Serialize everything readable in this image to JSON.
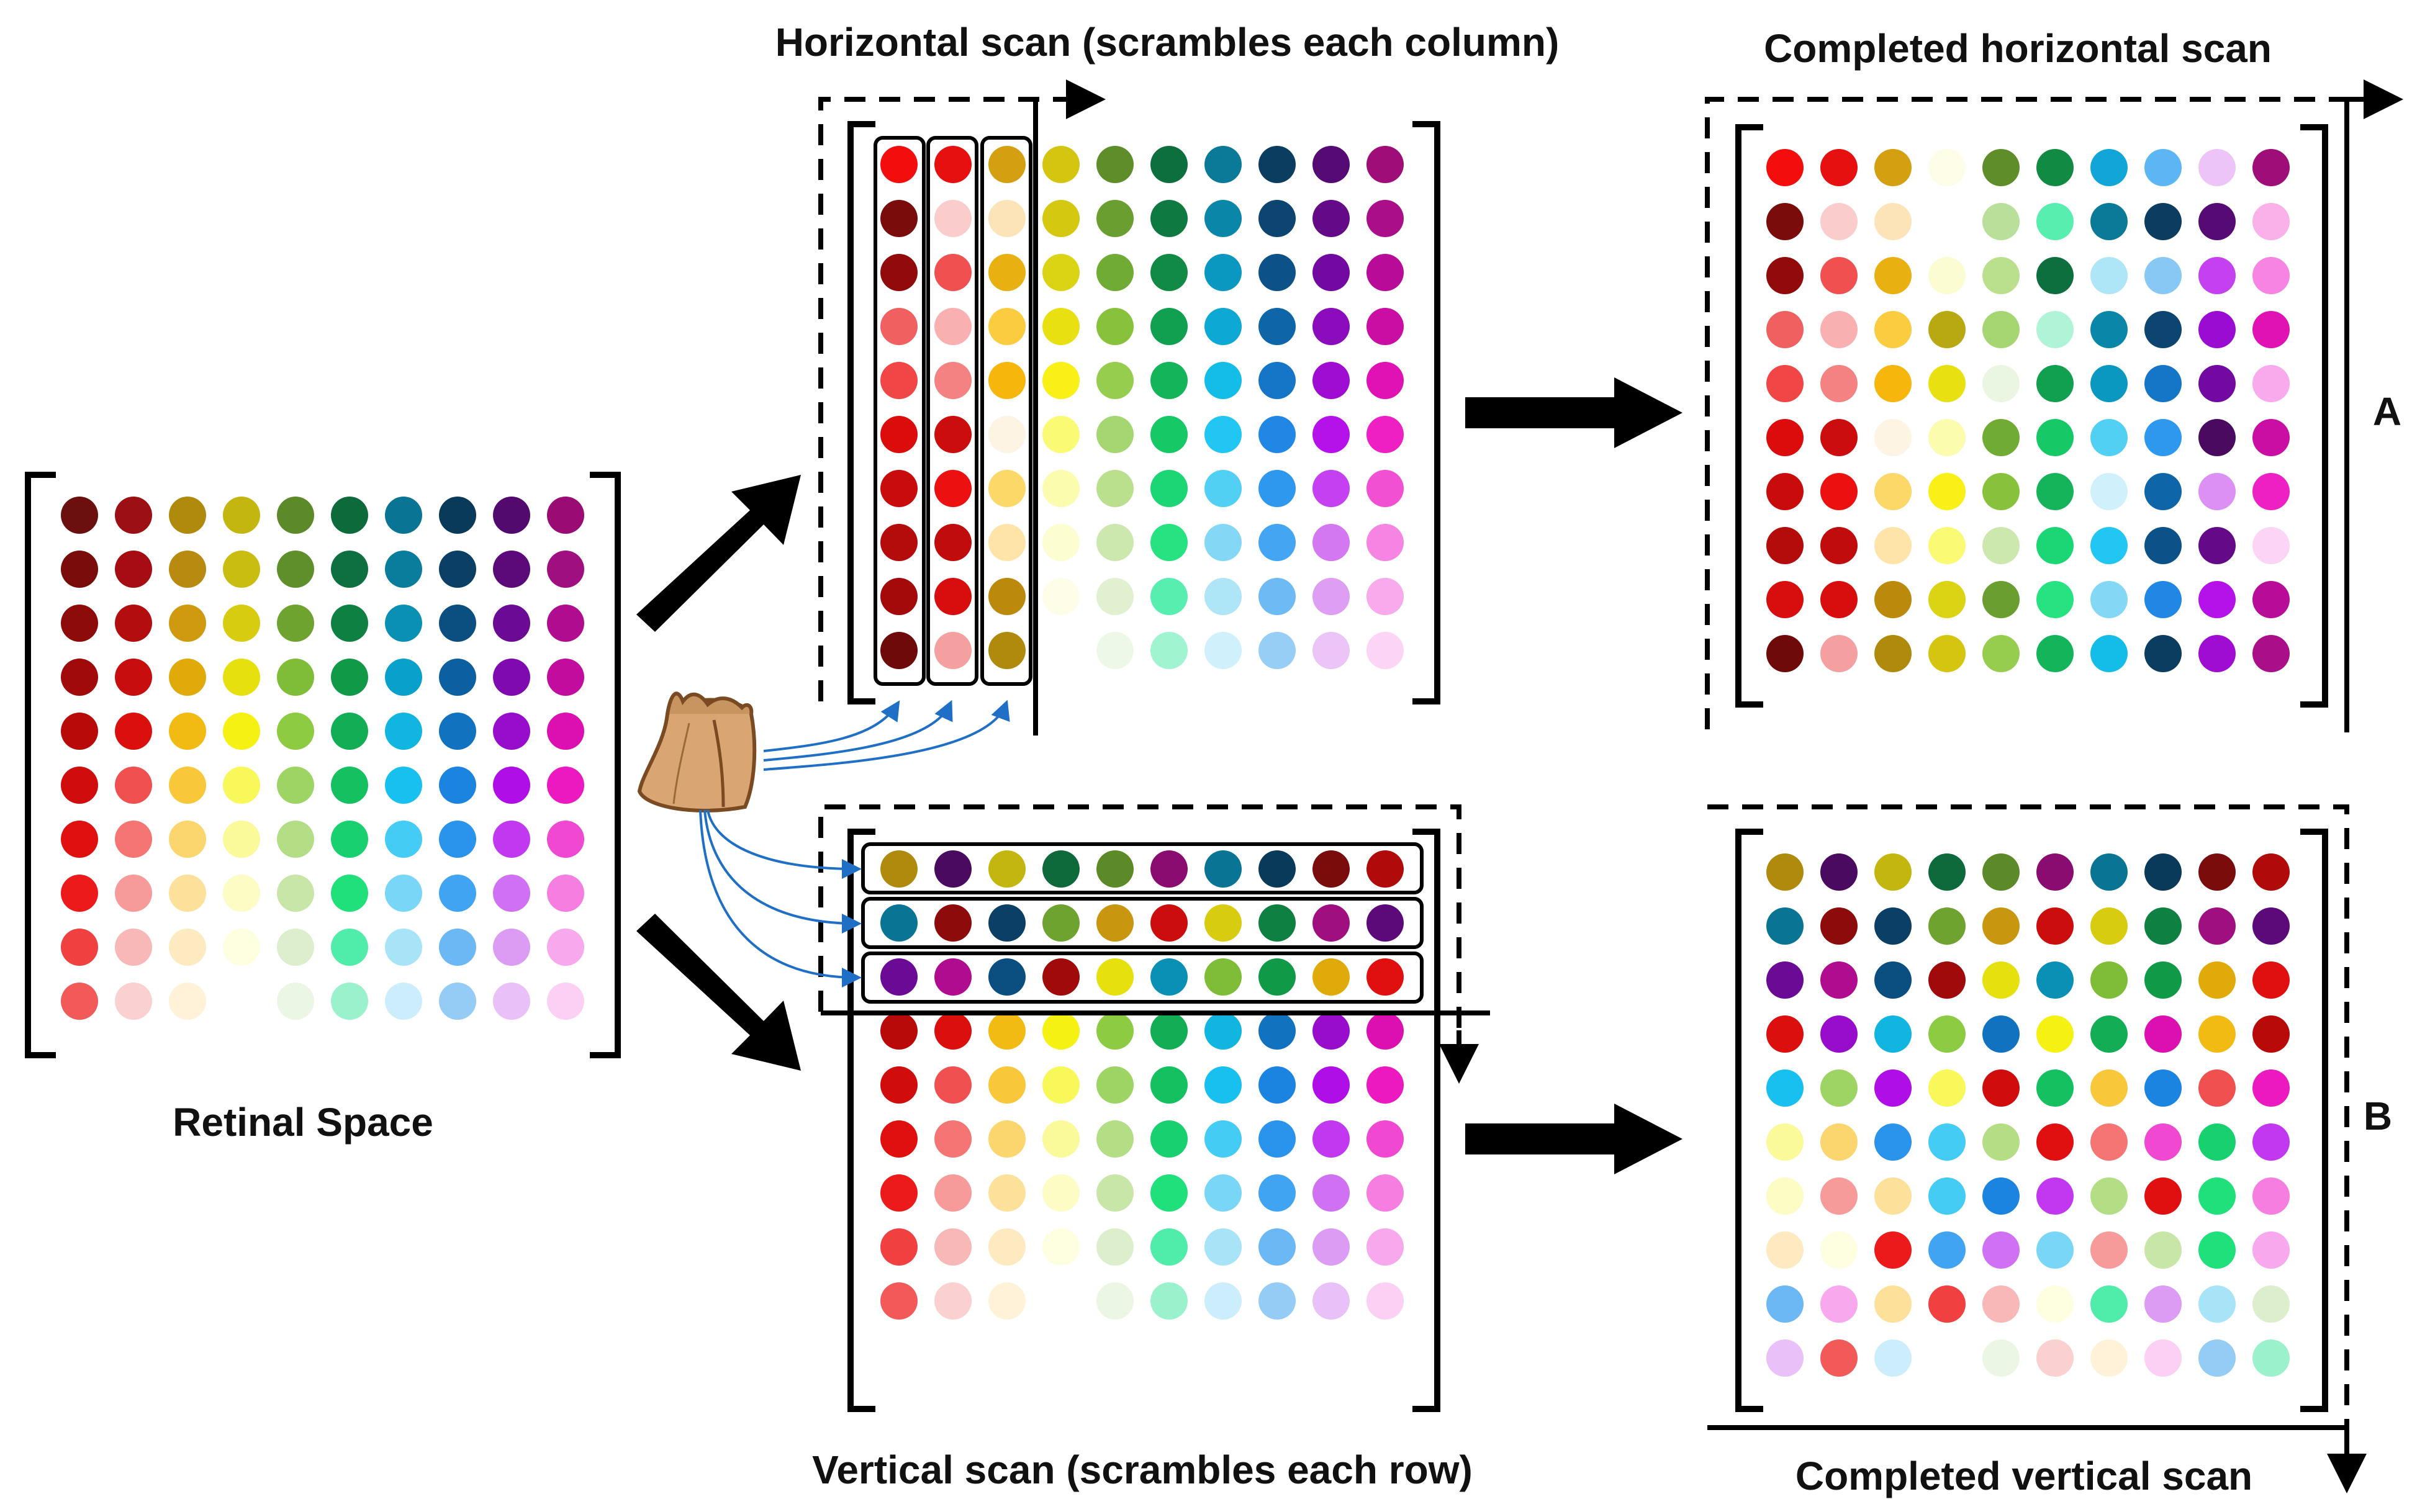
{
  "labels": {
    "retinal": "Retinal Space",
    "horizontal_scan": "Horizontal scan (scrambles each column)",
    "completed_horizontal": "Completed horizontal scan",
    "vertical_scan": "Vertical scan (scrambles each row)",
    "completed_vertical": "Completed vertical scan",
    "marker_a": "A",
    "marker_b": "B"
  },
  "icons": {
    "bag": "paper-bag-icon",
    "arrow": "arrow-icon"
  },
  "colors": {
    "line": "#000000",
    "scatter_arrow": "#1f6fc6",
    "bag_body": "#d9a673",
    "bag_dark": "#7a4a22"
  },
  "grids": {
    "retinal": [
      [
        "#6b0f0f",
        "#9c0f14",
        "#b08a0c",
        "#c3b60f",
        "#5d8a28",
        "#0d6a3b",
        "#0a7494",
        "#0a3a5a",
        "#520a6e",
        "#9a0c73"
      ],
      [
        "#7a0c0c",
        "#a50d12",
        "#b88a0f",
        "#c8bd10",
        "#5f8f2a",
        "#0e7040",
        "#0a7c9c",
        "#0c3f66",
        "#5c0a7a",
        "#a00f80"
      ],
      [
        "#8e0b0b",
        "#b30d0f",
        "#d09a10",
        "#d7cc10",
        "#6ea32f",
        "#0e8041",
        "#0a90b5",
        "#0b4f80",
        "#6a0a95",
        "#b00c8f"
      ],
      [
        "#a00a0a",
        "#c70d0d",
        "#e0ab0a",
        "#e5e00e",
        "#7fbc37",
        "#109a48",
        "#0aa0cc",
        "#0c5fa0",
        "#7f0aaf",
        "#c20c9e"
      ],
      [
        "#b90a0a",
        "#dc0f0f",
        "#f2bb14",
        "#f5f112",
        "#8ccb42",
        "#13ad55",
        "#10b6e0",
        "#1173c0",
        "#980ccc",
        "#dc10b0"
      ],
      [
        "#d00c0c",
        "#f05050",
        "#f8c83a",
        "#f8f85a",
        "#9ed464",
        "#14c060",
        "#18c0f0",
        "#1a84e0",
        "#b00ee6",
        "#ec18c0"
      ],
      [
        "#e01010",
        "#f57474",
        "#fbd56e",
        "#fafa9a",
        "#b4de86",
        "#18d070",
        "#44ccf4",
        "#2a94ec",
        "#c238f0",
        "#f048d0"
      ],
      [
        "#ec1a1a",
        "#f79a9a",
        "#fde099",
        "#fcfcc4",
        "#c8e6a8",
        "#20e07c",
        "#7ad6f6",
        "#40a4f2",
        "#d070f2",
        "#f67ee0"
      ],
      [
        "#f04040",
        "#f9b8b8",
        "#feeac0",
        "#fefee0",
        "#dceecb",
        "#50ecaa",
        "#a8e4f8",
        "#6cb8f4",
        "#dc9cf4",
        "#f8a8ec"
      ],
      [
        "#f25a5a",
        "#fbd0d0",
        "#fff2d8",
        "#ffffff",
        "#ecf6e4",
        "#9af2cc",
        "#cceefc",
        "#94ccf6",
        "#eac0f8",
        "#fcd0f4"
      ]
    ],
    "horizontal": [
      [
        "#f40d0d",
        "#e61010",
        "#d4a012",
        "#d4c610",
        "#5f8d2a",
        "#0d6e3e",
        "#0a7a98",
        "#0a3d60",
        "#560a74",
        "#9e0d78"
      ],
      [
        "#7a0c0c",
        "#fbcccc",
        "#fde4b8",
        "#d4c810",
        "#6a9e30",
        "#0e7a42",
        "#0a86a8",
        "#0c4670",
        "#640a88",
        "#aa0e88"
      ],
      [
        "#920b0b",
        "#f05050",
        "#e8b010",
        "#dad414",
        "#70ab33",
        "#108a44",
        "#0a98c0",
        "#0c5288",
        "#720aa2",
        "#b80c98"
      ],
      [
        "#f06060",
        "#f9b0b0",
        "#fbcc40",
        "#e8e010",
        "#88c23c",
        "#11a050",
        "#0ea8d4",
        "#0e66a8",
        "#8a0cbc",
        "#ca0ea4"
      ],
      [
        "#f04646",
        "#f58282",
        "#f6b60c",
        "#f8f016",
        "#96cd4e",
        "#14b45a",
        "#14bce8",
        "#1576c8",
        "#a00dd2",
        "#e012b4"
      ],
      [
        "#dc0c0c",
        "#cc0d0d",
        "#fef4e4",
        "#fafa74",
        "#a6d672",
        "#16c866",
        "#22c6f2",
        "#2088e4",
        "#b412e8",
        "#ee20c4"
      ],
      [
        "#c80c0c",
        "#ec1010",
        "#fcd868",
        "#fcfcae",
        "#bae08e",
        "#1ad674",
        "#52d0f4",
        "#2e98ee",
        "#c440f0",
        "#f250d2"
      ],
      [
        "#b40b0b",
        "#c00c0c",
        "#fee4a8",
        "#fdfdd2",
        "#cce8ae",
        "#26e280",
        "#84d8f6",
        "#44a6f2",
        "#d478f2",
        "#f684e2"
      ],
      [
        "#a40a0a",
        "#d80e0e",
        "#bb8a0c",
        "#fefee8",
        "#e0f0d0",
        "#58eeb0",
        "#aee6f8",
        "#6ebaf4",
        "#de9ef4",
        "#f8aaec"
      ],
      [
        "#6e0a0a",
        "#f5a0a0",
        "#b08a0c",
        "#ffffff",
        "#eef8e8",
        "#a0f4d0",
        "#d0f0fc",
        "#96cef6",
        "#ecc4f8",
        "#fcd4f6"
      ]
    ],
    "completed_horizontal": [
      [
        "#f40d0d",
        "#e61010",
        "#d4a012",
        "#fefee8",
        "#5f8d2a",
        "#118a44",
        "#12a6d8",
        "#5cb6f4",
        "#ecc4f8",
        "#9e0d78"
      ],
      [
        "#7a0c0c",
        "#fbcccc",
        "#fde4b8",
        "#ffffff",
        "#b8e09a",
        "#58eeb0",
        "#0a7a98",
        "#0c3d60",
        "#560a74",
        "#fab0e8"
      ],
      [
        "#920b0b",
        "#f05050",
        "#e8b010",
        "#fcfcd2",
        "#bae08e",
        "#0d6e3e",
        "#aee6f8",
        "#88c8f4",
        "#c440f0",
        "#f684e2"
      ],
      [
        "#f06060",
        "#f9b0b0",
        "#fbcc40",
        "#b8a812",
        "#a6d672",
        "#b0f4d8",
        "#0a86a8",
        "#0c4670",
        "#9a0cd2",
        "#e012b4"
      ],
      [
        "#f04646",
        "#f58282",
        "#f6b60c",
        "#e8e010",
        "#eaf6e2",
        "#11a050",
        "#0a98c0",
        "#1576c8",
        "#720aa2",
        "#f8aaec"
      ],
      [
        "#dc0c0c",
        "#cc0d0d",
        "#fef4e4",
        "#fcfcae",
        "#70ab33",
        "#16c866",
        "#52d0f4",
        "#2e98ee",
        "#4a0a60",
        "#ca0ea4"
      ],
      [
        "#c80c0c",
        "#ec1010",
        "#fcd868",
        "#f8f016",
        "#88c23c",
        "#16b45a",
        "#d0f0fc",
        "#0e66a8",
        "#dc90f4",
        "#ee20c4"
      ],
      [
        "#b40b0b",
        "#c00c0c",
        "#fee4a8",
        "#fafa74",
        "#cce8ae",
        "#1ad674",
        "#22c6f2",
        "#0c5288",
        "#640a88",
        "#fcd4f6"
      ],
      [
        "#d80e0e",
        "#d80e0e",
        "#bb8a0c",
        "#dad414",
        "#6a9e30",
        "#26e280",
        "#84d8f6",
        "#2088e4",
        "#b412e8",
        "#b80c98"
      ],
      [
        "#6e0a0a",
        "#f5a0a0",
        "#b08a0c",
        "#d4c610",
        "#96cd4e",
        "#14b45a",
        "#14bce8",
        "#0a3d60",
        "#a00dd2",
        "#aa0e88"
      ]
    ],
    "vertical": [
      [
        "#b08a0c",
        "#4a0a60",
        "#c3b60f",
        "#0e6a3b",
        "#5d8a28",
        "#8a0c70",
        "#0a7494",
        "#0a3a5a",
        "#7a0c0c",
        "#b00a0a"
      ],
      [
        "#0a7494",
        "#8e0b0b",
        "#0c3f66",
        "#6ea32f",
        "#c8960f",
        "#cc0d0d",
        "#d7cc10",
        "#0e8041",
        "#a00f80",
        "#5c0a7a"
      ],
      [
        "#6a0a95",
        "#b00c8f",
        "#0b4f80",
        "#a00a0a",
        "#e5e00e",
        "#0a90b5",
        "#7fbc37",
        "#109a48",
        "#e0ab0a",
        "#e01010"
      ],
      [
        "#b90a0a",
        "#dc0f0f",
        "#f2bb14",
        "#f5f112",
        "#8ccb42",
        "#13ad55",
        "#10b6e0",
        "#1173c0",
        "#980ccc",
        "#dc10b0"
      ],
      [
        "#d00c0c",
        "#f05050",
        "#f8c83a",
        "#f8f85a",
        "#9ed464",
        "#14c060",
        "#18c0f0",
        "#1a84e0",
        "#b00ee6",
        "#ec18c0"
      ],
      [
        "#e01010",
        "#f57474",
        "#fbd56e",
        "#fafa9a",
        "#b4de86",
        "#18d070",
        "#44ccf4",
        "#2a94ec",
        "#c238f0",
        "#f048d0"
      ],
      [
        "#ec1a1a",
        "#f79a9a",
        "#fde099",
        "#fcfcc4",
        "#c8e6a8",
        "#20e07c",
        "#7ad6f6",
        "#40a4f2",
        "#d070f2",
        "#f67ee0"
      ],
      [
        "#f04040",
        "#f9b8b8",
        "#feeac0",
        "#fefee0",
        "#dceecb",
        "#50ecaa",
        "#a8e4f8",
        "#6cb8f4",
        "#dc9cf4",
        "#f8a8ec"
      ],
      [
        "#f25a5a",
        "#fbd0d0",
        "#fff2d8",
        "#ffffff",
        "#ecf6e4",
        "#9af2cc",
        "#cceefc",
        "#94ccf6",
        "#eac0f8",
        "#fcd0f4"
      ]
    ],
    "completed_vertical": [
      [
        "#b08a0c",
        "#4a0a60",
        "#c3b60f",
        "#0e6a3b",
        "#5d8a28",
        "#8a0c70",
        "#0a7494",
        "#0a3a5a",
        "#7a0c0c",
        "#b00a0a"
      ],
      [
        "#0a7494",
        "#8e0b0b",
        "#0c3f66",
        "#6ea32f",
        "#c8960f",
        "#cc0d0d",
        "#d7cc10",
        "#0e8041",
        "#a00f80",
        "#5c0a7a"
      ],
      [
        "#6a0a95",
        "#b00c8f",
        "#0b4f80",
        "#a00a0a",
        "#e5e00e",
        "#0a90b5",
        "#7fbc37",
        "#109a48",
        "#e0ab0a",
        "#e01010"
      ],
      [
        "#dc0f0f",
        "#980ccc",
        "#10b6e0",
        "#8ccb42",
        "#1173c0",
        "#f5f112",
        "#13ad55",
        "#dc10b0",
        "#f2bb14",
        "#b90a0a"
      ],
      [
        "#18c0f0",
        "#9ed464",
        "#b00ee6",
        "#f8f85a",
        "#d00c0c",
        "#14c060",
        "#f8c83a",
        "#1a84e0",
        "#f05050",
        "#ec18c0"
      ],
      [
        "#fafa9a",
        "#fbd56e",
        "#2a94ec",
        "#44ccf4",
        "#b4de86",
        "#e01010",
        "#f57474",
        "#f048d0",
        "#18d070",
        "#c238f0"
      ],
      [
        "#fcfcc4",
        "#f79a9a",
        "#fde099",
        "#44ccf4",
        "#1a84e0",
        "#c238f0",
        "#b4de86",
        "#e01010",
        "#20e07c",
        "#f67ee0"
      ],
      [
        "#feeac0",
        "#fefee0",
        "#ec1a1a",
        "#40a4f2",
        "#d070f2",
        "#7ad6f6",
        "#f79a9a",
        "#c8e6a8",
        "#20e07c",
        "#f8a8ec"
      ],
      [
        "#6cb8f4",
        "#f8a8ec",
        "#fde099",
        "#f04040",
        "#f9b8b8",
        "#fefee0",
        "#50ecaa",
        "#dc9cf4",
        "#a8e4f8",
        "#dceecb"
      ],
      [
        "#eac0f8",
        "#f25a5a",
        "#cceefc",
        "#ffffff",
        "#ecf6e4",
        "#fbd0d0",
        "#fff2d8",
        "#fcd0f4",
        "#94ccf6",
        "#9af2cc"
      ]
    ]
  }
}
